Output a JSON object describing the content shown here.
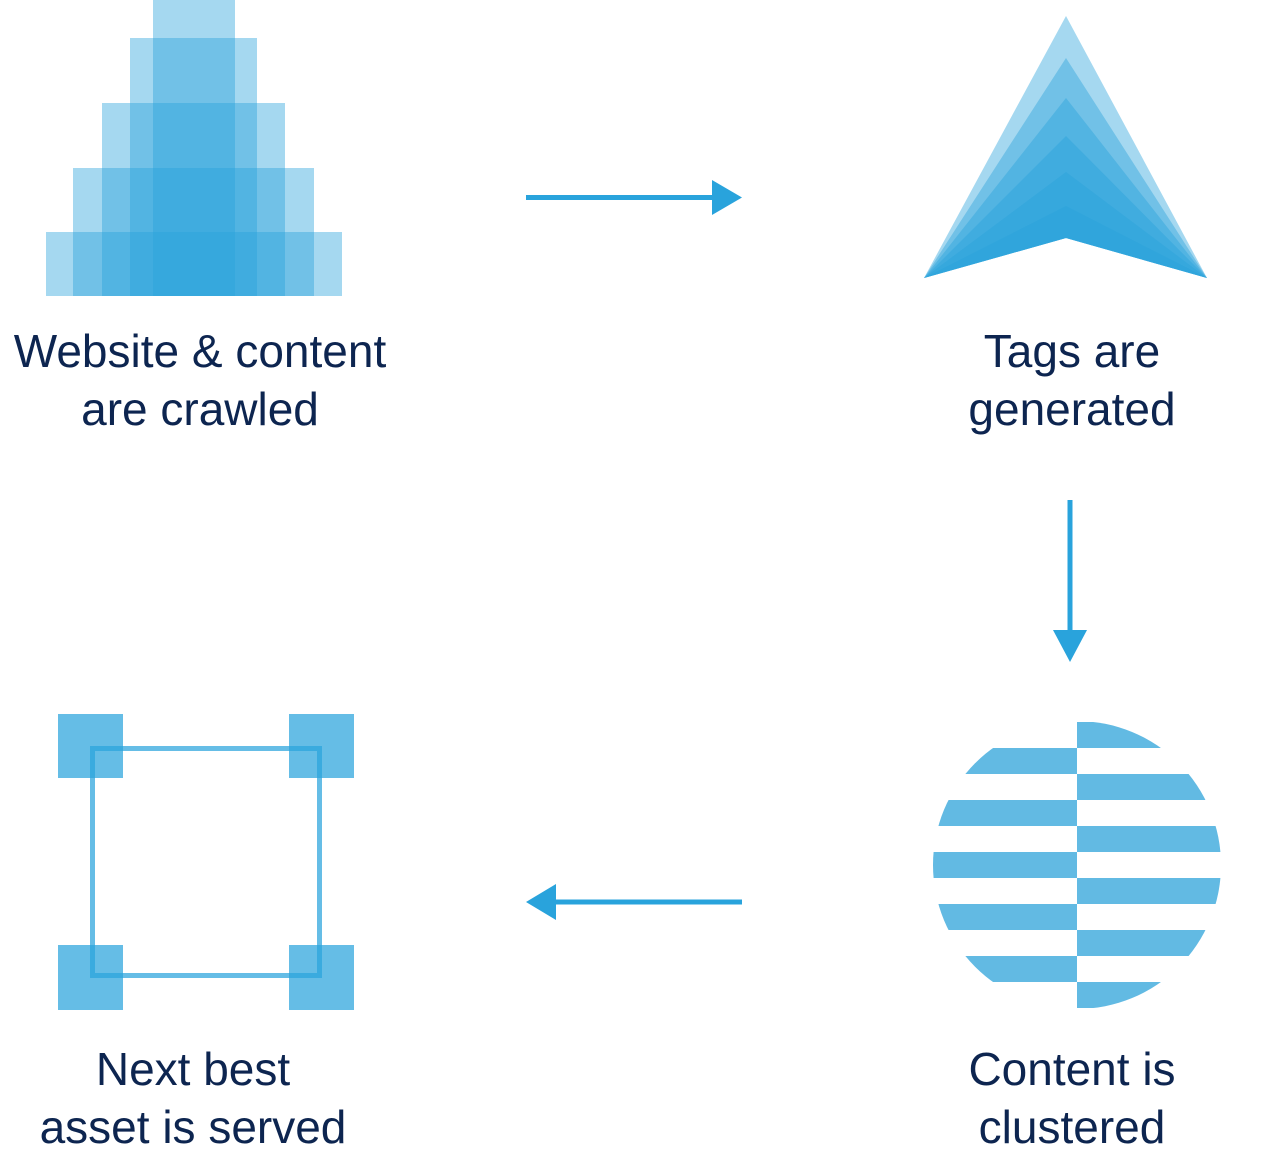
{
  "colors": {
    "accent": "#29a3dc",
    "text": "#0d2550",
    "light": "#a6d8ef",
    "mid": "#62bae3"
  },
  "steps": [
    {
      "icon": "pyramid-icon",
      "line1": "Website & content",
      "line2": "are crawled"
    },
    {
      "icon": "layered-triangle-icon",
      "line1": "Tags are",
      "line2": "generated"
    },
    {
      "icon": "striped-circle-icon",
      "line1": "Content is",
      "line2": "clustered"
    },
    {
      "icon": "square-corners-icon",
      "line1": "Next best",
      "line2": "asset is served"
    }
  ],
  "arrows": [
    {
      "icon": "arrow-right-icon",
      "from": "crawled",
      "to": "generated"
    },
    {
      "icon": "arrow-down-icon",
      "from": "generated",
      "to": "clustered"
    },
    {
      "icon": "arrow-left-icon",
      "from": "clustered",
      "to": "served"
    }
  ]
}
